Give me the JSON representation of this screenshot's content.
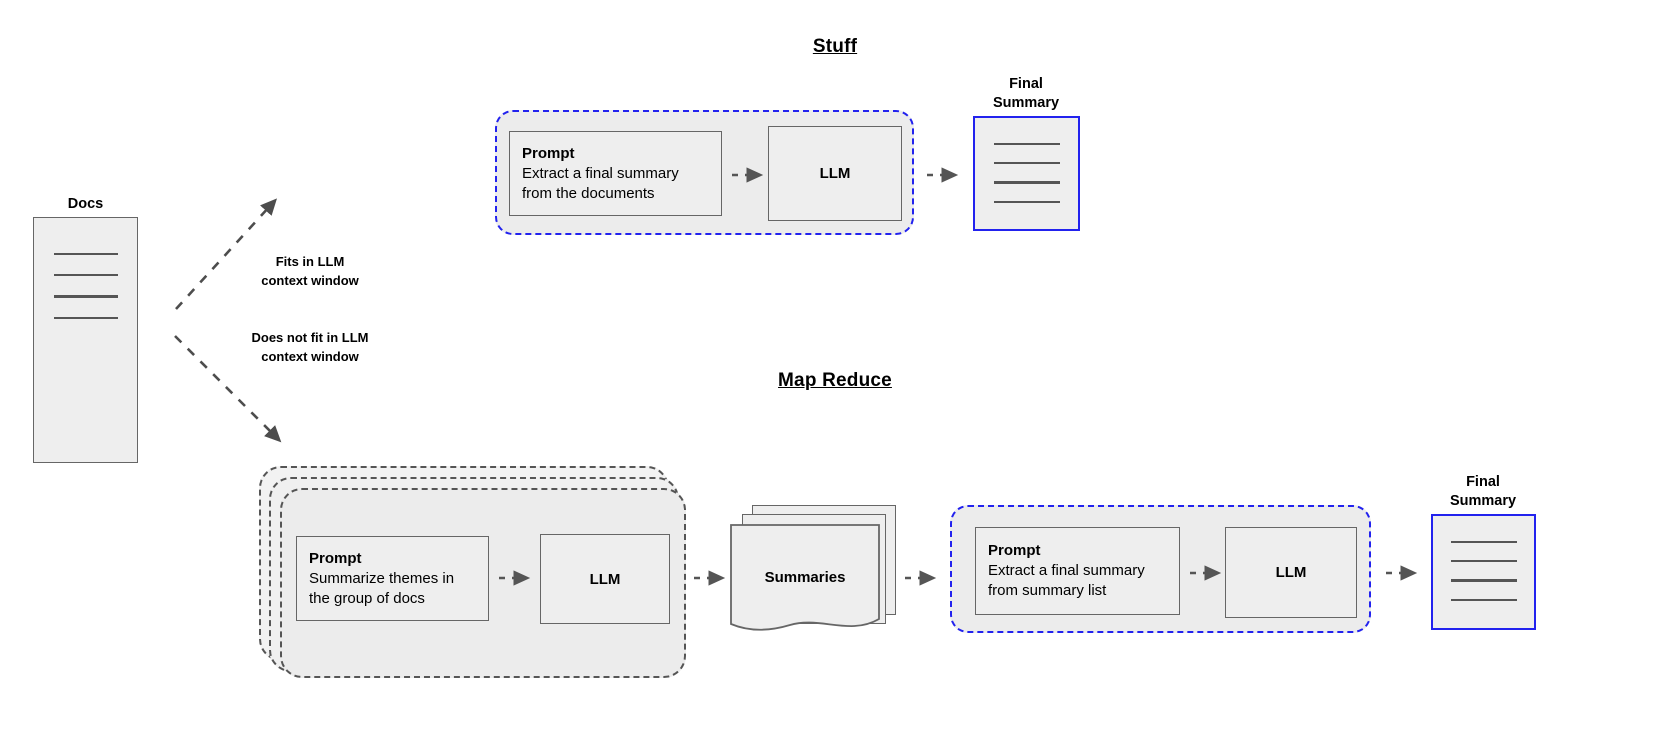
{
  "diagram": {
    "title_stuff": "Stuff",
    "title_map_reduce": "Map Reduce"
  },
  "source": {
    "docs_label": "Docs",
    "docs_line_count": 4
  },
  "branches": [
    {
      "id": "fits",
      "label": "Fits in LLM\ncontext window"
    },
    {
      "id": "does-not-fit",
      "label": "Does not fit in LLM\ncontext window"
    }
  ],
  "stuff": {
    "prompt": {
      "title": "Prompt",
      "body": "Extract a final summary\nfrom the documents"
    },
    "llm_label": "LLM",
    "final_summary_label": "Final\nSummary",
    "final_summary_line_count": 4
  },
  "map_reduce": {
    "map_stack_count": 3,
    "map_prompt": {
      "title": "Prompt",
      "body": "Summarize themes in\nthe group of docs"
    },
    "map_llm_label": "LLM",
    "summaries_label": "Summaries",
    "summaries_stack_count": 3,
    "reduce_prompt": {
      "title": "Prompt",
      "body": "Extract a final summary\nfrom summary list"
    },
    "reduce_llm_label": "LLM",
    "final_summary_label": "Final\nSummary",
    "final_summary_line_count": 4
  },
  "colors": {
    "blue_accent": "#2222ee",
    "gray_stroke": "#666666",
    "fill": "#eeeeee",
    "container_fill": "#ececec",
    "arrow": "#555555"
  },
  "icons": {
    "arrow": "arrow-right-icon",
    "dashed_arrow": "dashed-arrow-icon"
  }
}
